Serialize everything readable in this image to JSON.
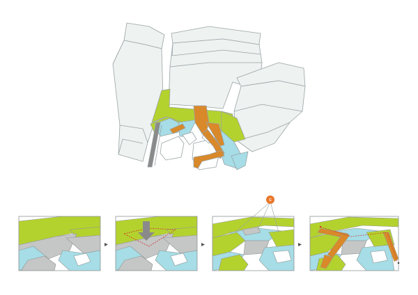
{
  "diagram": {
    "colors": {
      "building": "#eef2f1",
      "outline": "#9aa3a5",
      "green": "#b4d22e",
      "blue": "#a6dde6",
      "orange": "#d9892a",
      "gray": "#c5c6c6",
      "dark": "#8a8a8a",
      "callout": "#e8772b",
      "dash": "#d0312d"
    },
    "steps": [
      {
        "id": "step-1"
      },
      {
        "id": "step-2"
      },
      {
        "id": "step-3"
      },
      {
        "id": "step-4"
      }
    ],
    "callout": {
      "label": "C"
    }
  }
}
